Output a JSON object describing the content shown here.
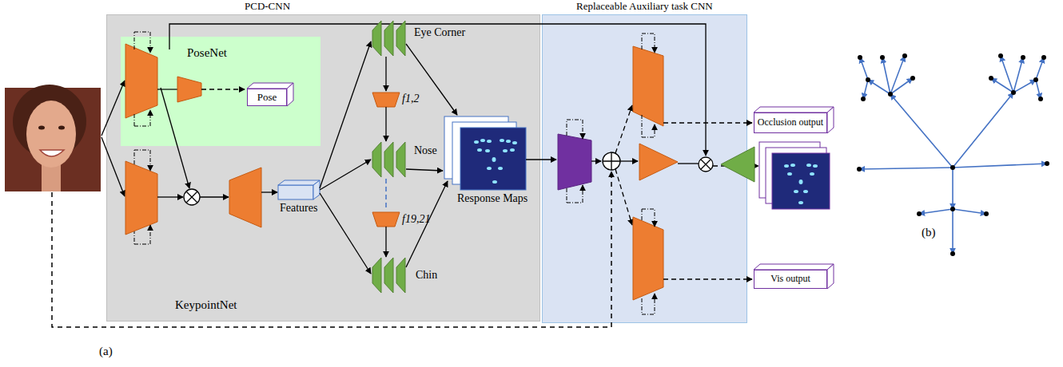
{
  "diagram": {
    "nodes": [
      {
        "text": [
          "PCD-CNN",
          "KeypointNet"
        ]
      },
      {
        "text": [
          "PoseNet"
        ],
        "in": 0
      },
      {
        "text": [
          "Pose"
        ],
        "in": 1
      },
      {
        "text": [
          "Replaceable Auxiliary task CNN"
        ]
      },
      {
        "text": [
          "Occlusion output"
        ]
      },
      {
        "text": [
          "Vis output"
        ]
      }
    ],
    "labels": [
      "Features",
      "Eye Corner",
      "f1,2",
      "Nose",
      "f19,21",
      "Chin",
      "Response Maps",
      "(a)",
      "(b)"
    ]
  }
}
